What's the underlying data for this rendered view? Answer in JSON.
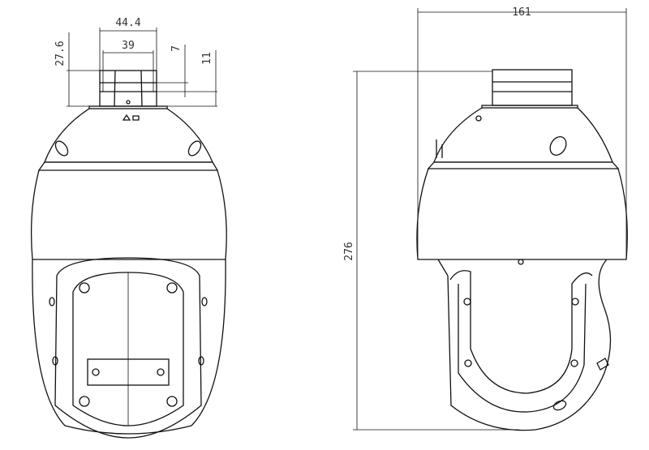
{
  "drawing": {
    "front_view": {
      "dimensions": {
        "mount_outer_width": "44.4",
        "mount_inner_width": "39",
        "mount_height": "27.6",
        "step_height_a": "7",
        "step_height_b": "11"
      }
    },
    "side_view": {
      "dimensions": {
        "overall_width": "161",
        "overall_height": "276"
      }
    },
    "colors": {
      "line": "#111111",
      "background": "#ffffff"
    }
  }
}
